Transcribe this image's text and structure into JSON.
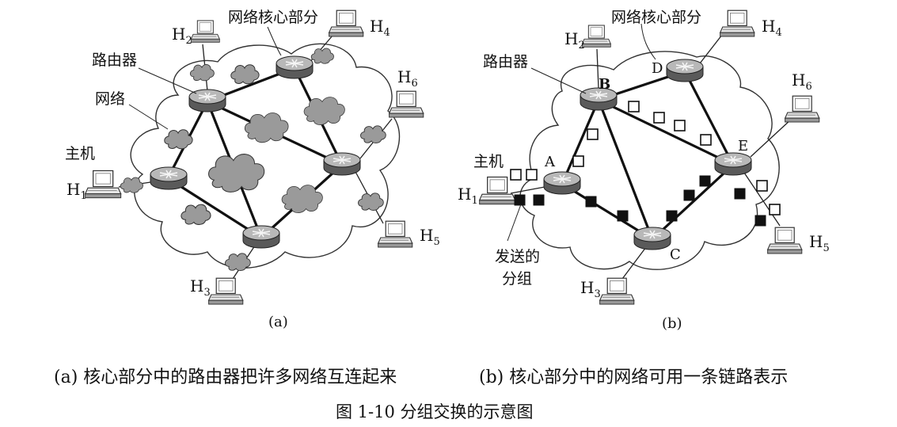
{
  "panel_a": {
    "core_label": "网络核心部分",
    "router_label": "路由器",
    "network_label": "网络",
    "host_label": "主机",
    "sub_label": "(a)",
    "hosts": [
      {
        "letter": "H",
        "num": "1"
      },
      {
        "letter": "H",
        "num": "2"
      },
      {
        "letter": "H",
        "num": "3"
      },
      {
        "letter": "H",
        "num": "4"
      },
      {
        "letter": "H",
        "num": "5"
      },
      {
        "letter": "H",
        "num": "6"
      }
    ]
  },
  "panel_b": {
    "core_label": "网络核心部分",
    "router_label": "路由器",
    "host_label": "主机",
    "send_label_1": "发送的",
    "send_label_2": "分组",
    "sub_label": "(b)",
    "nodes": {
      "A": "A",
      "B": "B",
      "C": "C",
      "D": "D",
      "E": "E"
    },
    "hosts": [
      {
        "letter": "H",
        "num": "1"
      },
      {
        "letter": "H",
        "num": "2"
      },
      {
        "letter": "H",
        "num": "3"
      },
      {
        "letter": "H",
        "num": "4"
      },
      {
        "letter": "H",
        "num": "5"
      },
      {
        "letter": "H",
        "num": "6"
      }
    ]
  },
  "captions": {
    "a": "(a)  核心部分中的路由器把许多网络互连起来",
    "b": "(b)  核心部分中的网络可用一条链路表示",
    "figure": "图 1-10    分组交换的示意图"
  }
}
